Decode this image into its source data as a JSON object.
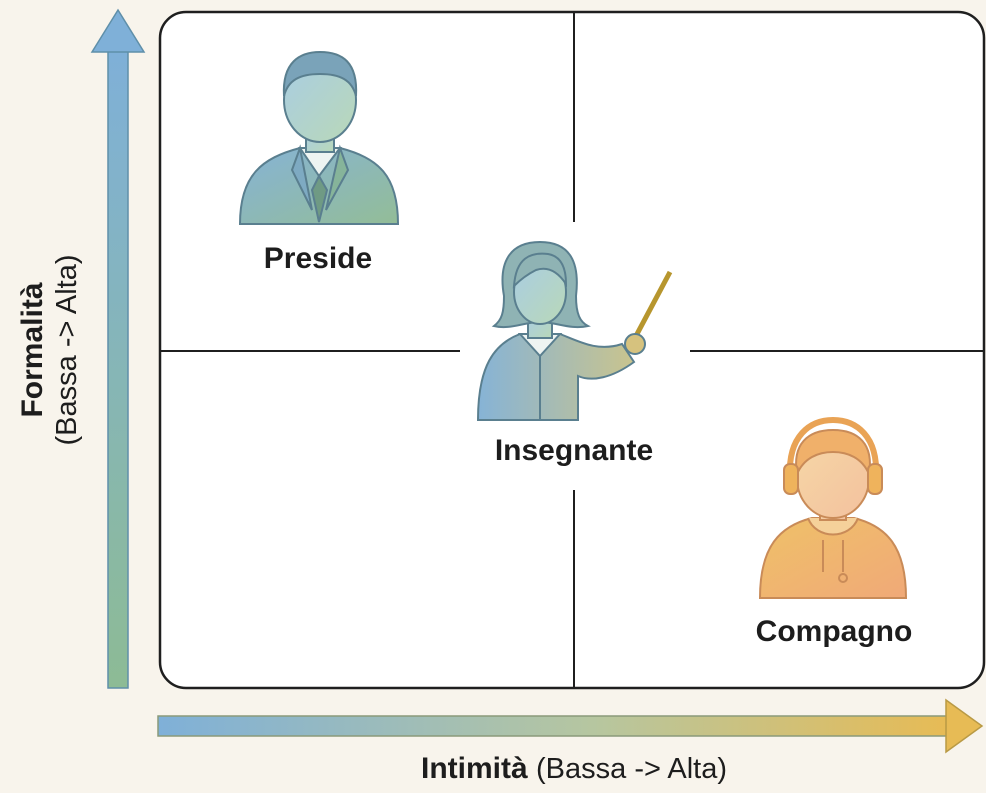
{
  "y_axis": {
    "title": "Formalità",
    "subtitle": "(Bassa -> Alta)"
  },
  "x_axis": {
    "title": "Intimità",
    "subtitle": "(Bassa -> Alta)"
  },
  "figures": [
    {
      "label": "Preside",
      "icon": "principal-icon"
    },
    {
      "label": "Insegnante",
      "icon": "teacher-icon"
    },
    {
      "label": "Compagno",
      "icon": "classmate-icon"
    }
  ],
  "colors": {
    "background": "#f8f4ec",
    "axis_start": "#7fb0d8",
    "axis_end": "#e7bb55",
    "vertical_axis_bottom": "#8dbb95"
  }
}
